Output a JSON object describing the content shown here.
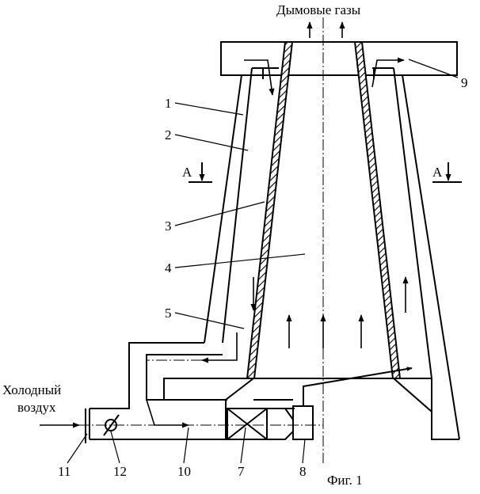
{
  "figure": {
    "caption": "Фиг. 1",
    "top_label": "Дымовые газы",
    "inlet_label_line1": "Холодный",
    "inlet_label_line2": "воздух",
    "section_mark_left": "А",
    "section_mark_right": "А",
    "callouts": [
      "1",
      "2",
      "3",
      "4",
      "5",
      "9",
      "11",
      "12",
      "10",
      "7",
      "8"
    ]
  }
}
